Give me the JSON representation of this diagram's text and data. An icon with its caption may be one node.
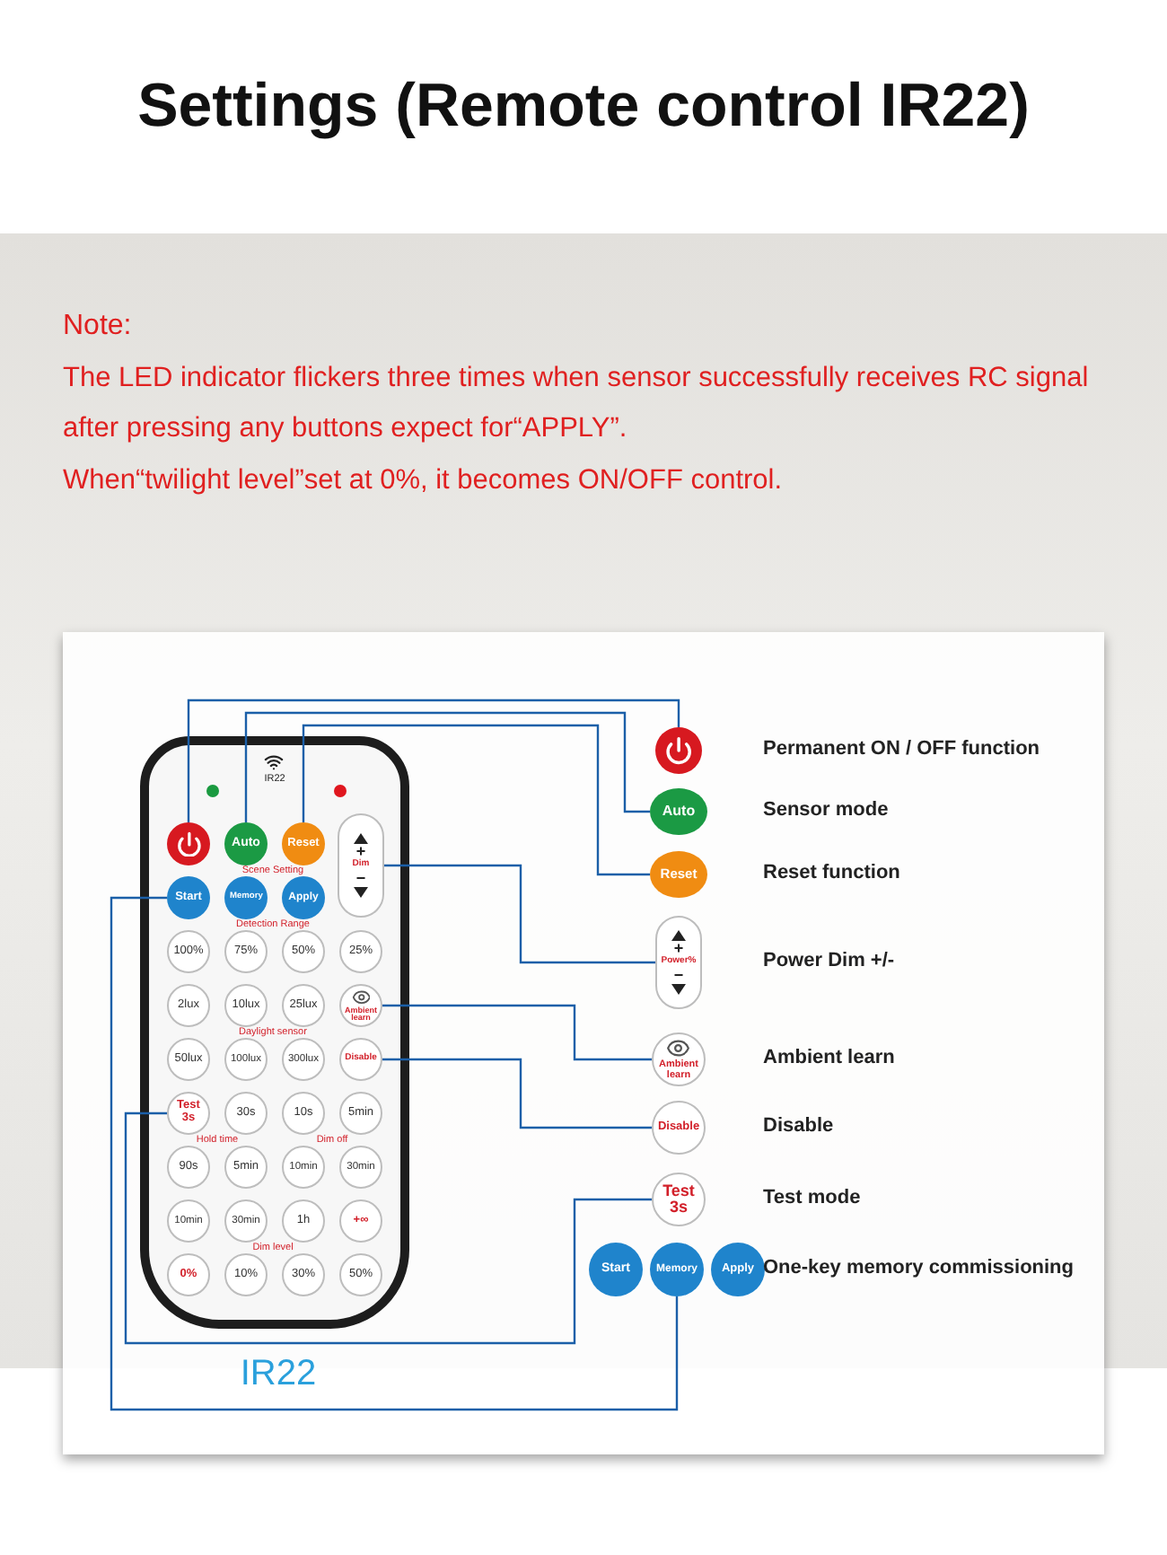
{
  "diagram": {
    "title": "Settings (Remote control IR22)",
    "nodes": [
      {
        "text": [
          "IR22"
        ]
      },
      {
        "text": [],
        "shape": "circle",
        "in": 0
      },
      {
        "text": [
          "Auto"
        ],
        "in": 0
      },
      {
        "text": [
          "Reset"
        ],
        "in": 0
      },
      {
        "text": [
          "+",
          "Dim",
          "−"
        ],
        "in": 0
      },
      {
        "text": [
          "Start"
        ],
        "in": 0
      },
      {
        "text": [
          "Memory"
        ],
        "in": 0
      },
      {
        "text": [
          "Apply"
        ],
        "in": 0
      },
      {
        "text": [
          "100%"
        ],
        "in": 0
      },
      {
        "text": [
          "75%"
        ],
        "in": 0
      },
      {
        "text": [
          "50%"
        ],
        "in": 0
      },
      {
        "text": [
          "25%"
        ],
        "in": 0
      },
      {
        "text": [
          "2lux"
        ],
        "in": 0
      },
      {
        "text": [
          "10lux"
        ],
        "in": 0
      },
      {
        "text": [
          "25lux"
        ],
        "in": 0
      },
      {
        "text": [
          "Ambient learn"
        ],
        "in": 0
      },
      {
        "text": [
          "50lux"
        ],
        "in": 0
      },
      {
        "text": [
          "100lux"
        ],
        "in": 0
      },
      {
        "text": [
          "300lux"
        ],
        "in": 0
      },
      {
        "text": [
          "Disable"
        ],
        "in": 0
      },
      {
        "text": [
          "Test 3s"
        ],
        "in": 0
      },
      {
        "text": [
          "30s"
        ],
        "in": 0
      },
      {
        "text": [
          "10s"
        ],
        "in": 0
      },
      {
        "text": [
          "5min"
        ],
        "in": 0
      },
      {
        "text": [
          "90s"
        ],
        "in": 0
      },
      {
        "text": [
          "5min"
        ],
        "in": 0
      },
      {
        "text": [
          "10min"
        ],
        "in": 0
      },
      {
        "text": [
          "30min"
        ],
        "in": 0
      },
      {
        "text": [
          "10min"
        ],
        "in": 0
      },
      {
        "text": [
          "30min"
        ],
        "in": 0
      },
      {
        "text": [
          "1h"
        ],
        "in": 0
      },
      {
        "text": [
          "+∞"
        ],
        "in": 0
      },
      {
        "text": [
          "0%"
        ],
        "in": 0
      },
      {
        "text": [
          "10%"
        ],
        "in": 0
      },
      {
        "text": [
          "30%"
        ],
        "in": 0
      },
      {
        "text": [
          "50%"
        ],
        "in": 0
      },
      {
        "text": [],
        "shape": "circle",
        "beside": [
          "Permanent ON / OFF function"
        ]
      },
      {
        "text": [
          "Auto"
        ],
        "beside": [
          "Sensor mode"
        ]
      },
      {
        "text": [
          "Reset"
        ],
        "beside": [
          "Reset function"
        ]
      },
      {
        "text": [
          "+",
          "Power%",
          "−"
        ],
        "beside": [
          "Power Dim +/-"
        ]
      },
      {
        "text": [
          "Ambient learn"
        ],
        "beside": [
          "Ambient learn"
        ]
      },
      {
        "text": [
          "Disable"
        ],
        "beside": [
          "Disable"
        ]
      },
      {
        "text": [
          "Test 3s"
        ],
        "beside": [
          "Test mode"
        ]
      },
      {
        "text": [
          "Start"
        ]
      },
      {
        "text": [
          "Memory"
        ]
      },
      {
        "text": [
          "Apply"
        ],
        "beside": [
          "One-key memory commissioning"
        ]
      }
    ],
    "edges": [
      {
        "from": 1,
        "to": 36,
        "arrow": "none"
      },
      {
        "from": 2,
        "to": 37,
        "arrow": "none"
      },
      {
        "from": 3,
        "to": 38,
        "arrow": "none"
      },
      {
        "from": 4,
        "to": 39,
        "arrow": "none"
      },
      {
        "from": 15,
        "to": 40,
        "arrow": "none"
      },
      {
        "from": 19,
        "to": 41,
        "arrow": "none"
      },
      {
        "from": 20,
        "to": 42,
        "arrow": "none"
      },
      {
        "from": 5,
        "to": 44,
        "arrow": "none"
      }
    ],
    "labels": [
      "Note:",
      "The LED indicator flickers three times when sensor successfully receives RC signal after pressing any buttons expect for“APPLY”.",
      "When“twilight level”set at 0%, it becomes ON/OFF control.",
      "Scene Setting",
      "Detection Range",
      "Daylight sensor",
      "Hold time",
      "Dim off",
      "Dim level",
      "IR22"
    ]
  }
}
